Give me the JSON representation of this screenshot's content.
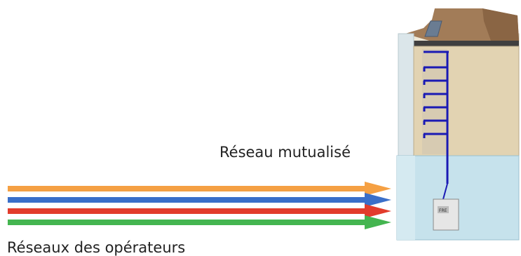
{
  "labels": {
    "shared_network": "Réseau mutualisé",
    "operator_networks": "Réseaux des opérateurs"
  },
  "operator_network_colors": [
    "#f5a043",
    "#3a6fc9",
    "#e23c2c",
    "#44b550"
  ],
  "building": {
    "wall_color": "#e2d3b2",
    "roof_color": "#a27c58",
    "basement_color": "#c6e2ec",
    "riser_color": "#1a1ab4",
    "floor_branch_count": 6,
    "box_text": "FRE"
  }
}
